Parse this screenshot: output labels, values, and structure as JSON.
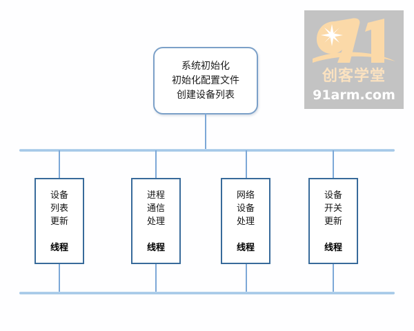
{
  "diagram": {
    "root": {
      "id": "system-init-node",
      "lines": [
        "系统初始化",
        "初始化配置文件",
        "创建设备列表"
      ]
    },
    "bus": {
      "top_label": "",
      "bottom_label": ""
    },
    "threads": [
      {
        "id": "device-list-update",
        "lines": [
          "设备",
          "列表",
          "更新"
        ],
        "tag": "线程"
      },
      {
        "id": "process-comm-handling",
        "lines": [
          "进程",
          "通信",
          "处理"
        ],
        "tag": "线程"
      },
      {
        "id": "network-device-handling",
        "lines": [
          "网络",
          "设备",
          "处理"
        ],
        "tag": "线程"
      },
      {
        "id": "device-switch-update",
        "lines": [
          "设备",
          "开关",
          "更新"
        ],
        "tag": "线程"
      }
    ]
  },
  "watermark": {
    "logo_text": "91",
    "brand_cn": "创客学堂",
    "site": "91arm.com",
    "colors": {
      "panel": "#c3c3c3",
      "logo": "#fbd9a8",
      "brand_cn": "#fbe2c0",
      "site": "#ffffff"
    }
  },
  "colors": {
    "background": "#fefeff",
    "bus_line": "#9dc3e6",
    "drop_line": "#7ba7d7",
    "root_border": "#7ba0c8",
    "box_border": "#376a9a",
    "text": "#141414"
  }
}
